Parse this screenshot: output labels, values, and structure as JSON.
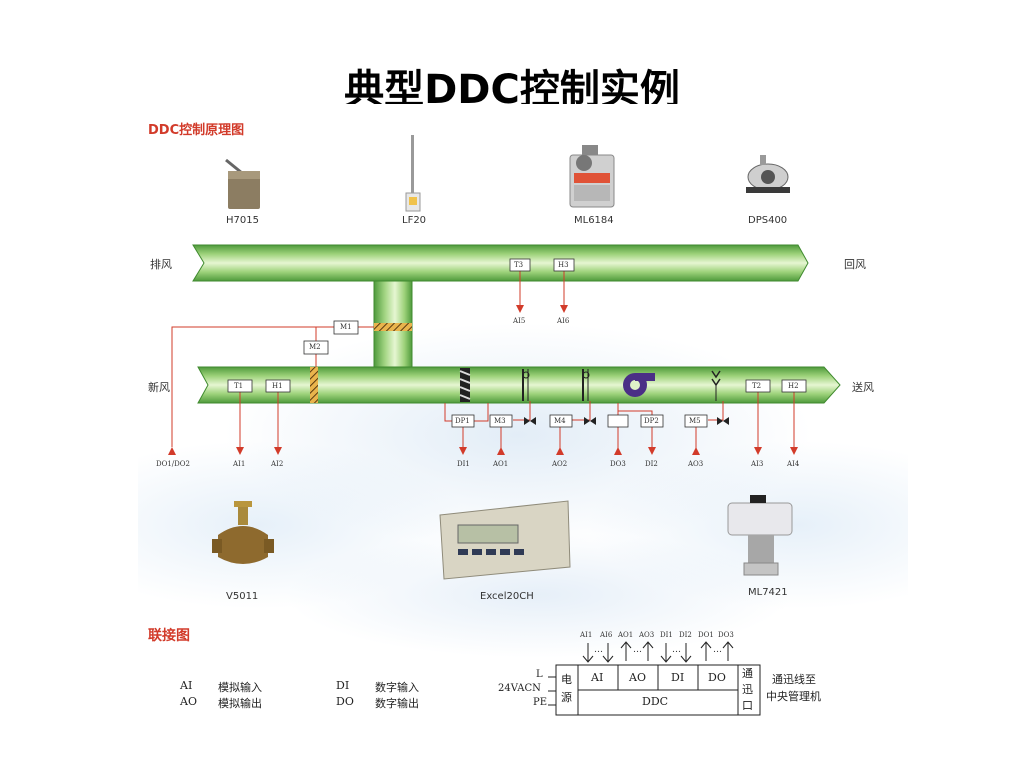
{
  "title": "典型DDC控制实例",
  "diagram": {
    "section_title": "DDC控制原理图",
    "devices_top": [
      "H7015",
      "LF20",
      "ML6184",
      "DPS400"
    ],
    "devices_bottom": [
      "V5011",
      "Excel20CH",
      "ML7421"
    ],
    "air": {
      "exhaust": "排风",
      "return": "回风",
      "fresh": "新风",
      "supply": "送风"
    },
    "boxes": {
      "t3": "T3",
      "h3": "H3",
      "m1": "M1",
      "m2": "M2",
      "t1": "T1",
      "h1": "H1",
      "dp1": "DP1",
      "m3": "M3",
      "m4": "M4",
      "dp2": "DP2",
      "m5": "M5",
      "t2": "T2",
      "h2": "H2"
    },
    "signals": {
      "ai5": "AI5",
      "ai6": "AI6",
      "do1do2": "DO1/DO2",
      "ai1": "AI1",
      "ai2": "AI2",
      "di1": "DI1",
      "ao1": "AO1",
      "ao2": "AO2",
      "do3": "DO3",
      "di2": "DI2",
      "ao3": "AO3",
      "ai3": "AI3",
      "ai4": "AI4"
    },
    "colors": {
      "duct_light": "#dff2c8",
      "duct_mid": "#9dd27a",
      "duct_dark": "#4f9a3c",
      "signal_red": "#d23b2a",
      "fan_purple": "#4b2f86"
    }
  },
  "wiring": {
    "title": "联接图",
    "legend": [
      {
        "code": "AI",
        "desc": "模拟输入"
      },
      {
        "code": "AO",
        "desc": "模拟输出"
      },
      {
        "code": "DI",
        "desc": "数字输入"
      },
      {
        "code": "DO",
        "desc": "数字输出"
      }
    ],
    "top_labels": [
      "AI1",
      "AI6",
      "AO1",
      "AO3",
      "DI1",
      "DI2",
      "DO1",
      "DO3"
    ],
    "dots": "…",
    "power": {
      "l": "L",
      "voltage": "24VACN",
      "pe": "PE",
      "label1": "电",
      "label2": "源"
    },
    "ports": [
      "AI",
      "AO",
      "DI",
      "DO"
    ],
    "ddc": "DDC",
    "comm": [
      "通",
      "迅",
      "口"
    ],
    "comm_note": [
      "通迅线至",
      "中央管理机"
    ]
  }
}
